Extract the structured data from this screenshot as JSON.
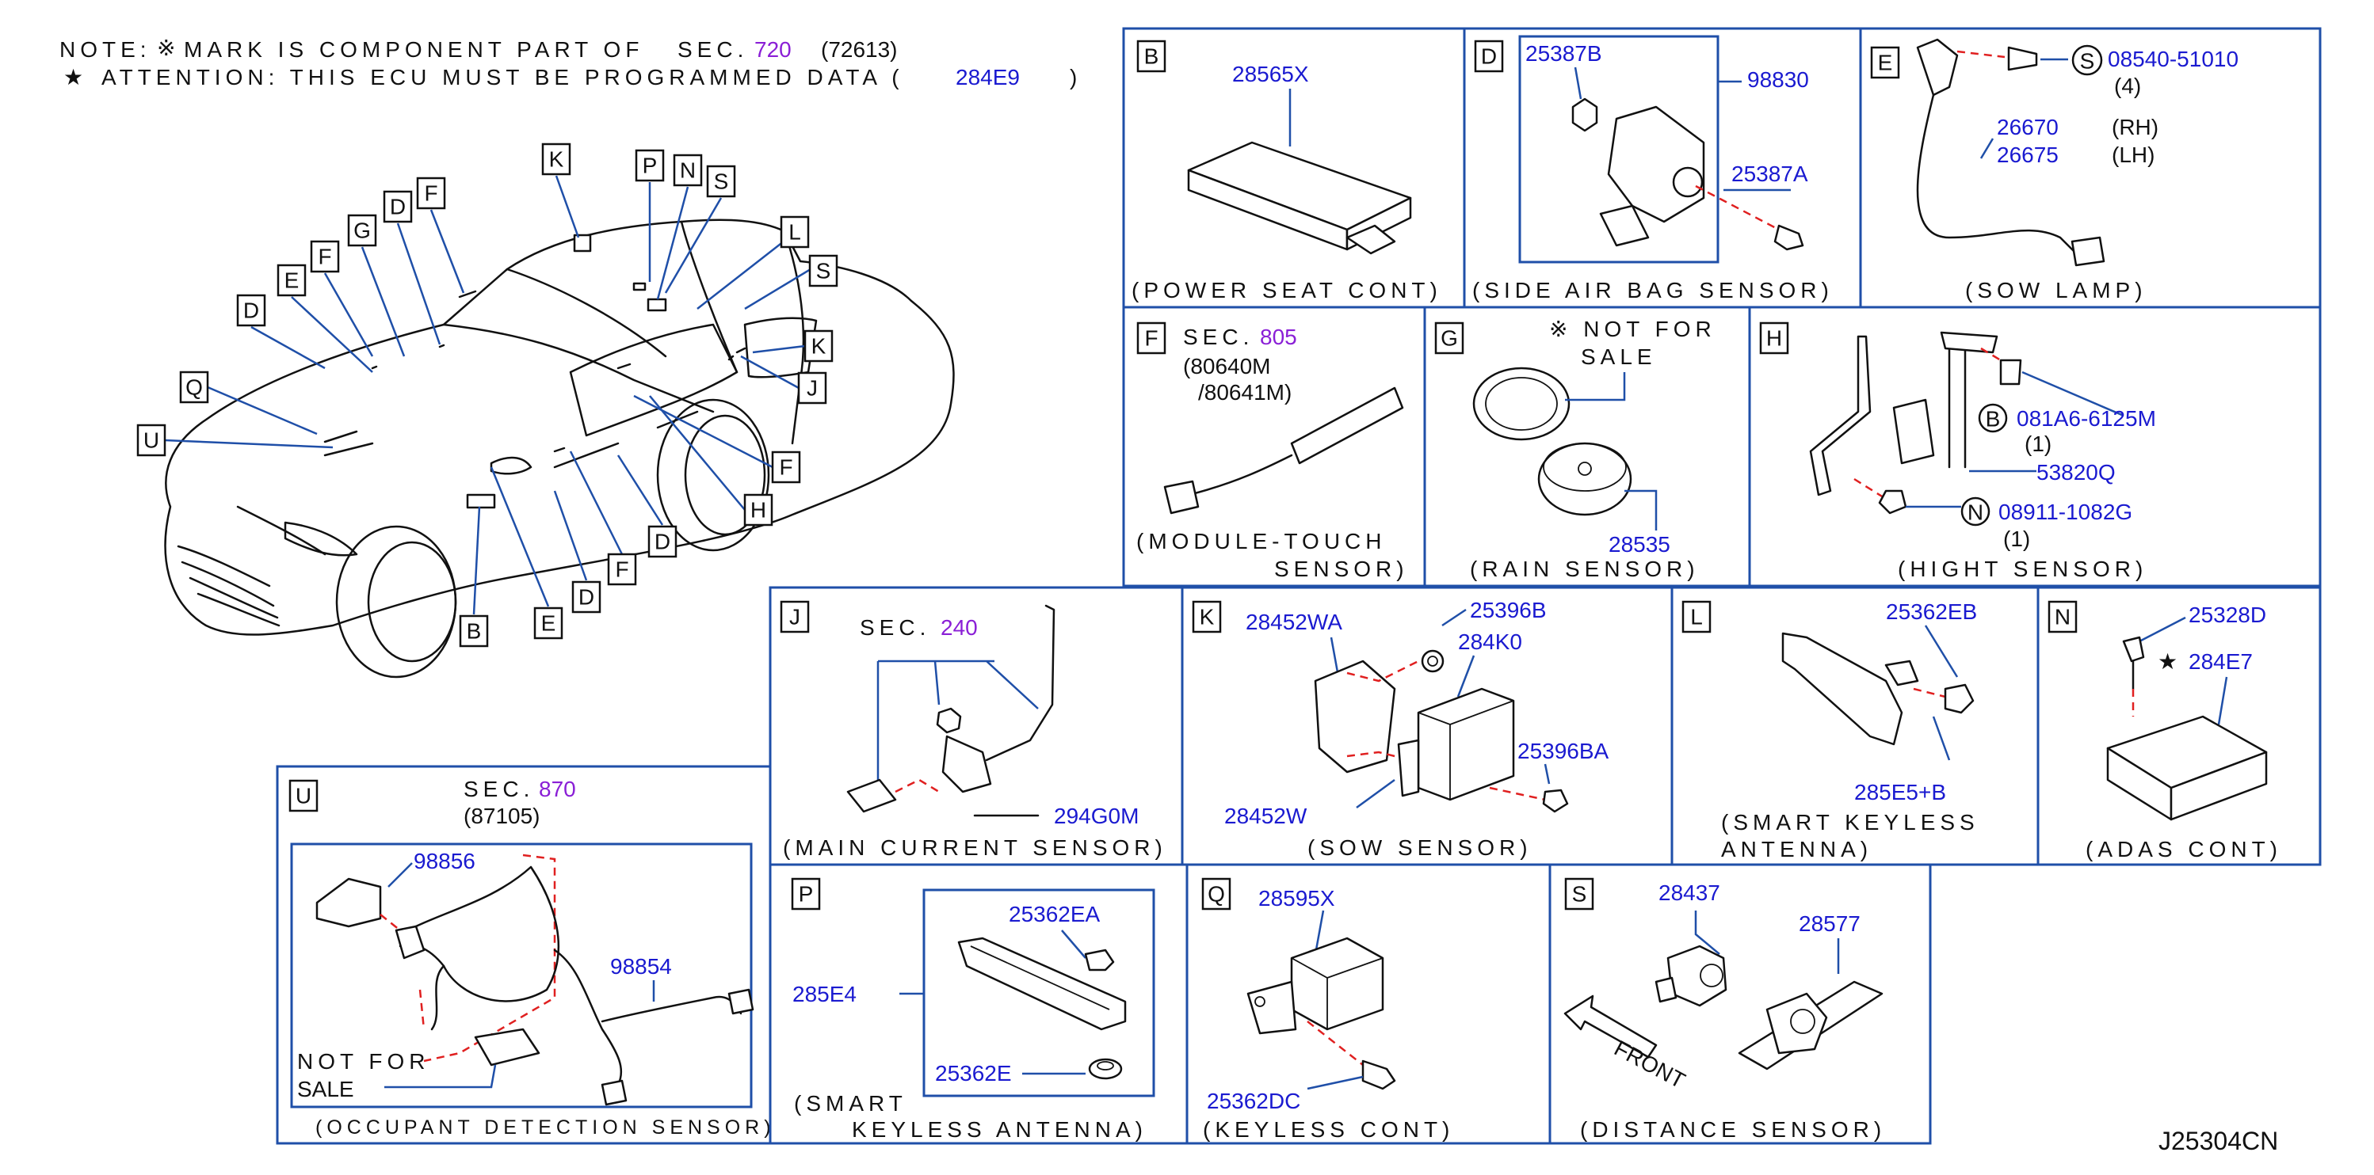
{
  "notes": {
    "note_label": "NOTE:",
    "note_mark": "※",
    "note_text": "MARK IS COMPONENT PART OF",
    "note_sec_label": "SEC.",
    "note_sec": "720",
    "note_paren": "(72613)",
    "attention_star": "★",
    "attention_text": "ATTENTION: THIS ECU MUST BE PROGRAMMED DATA (",
    "attention_pn": "284E9",
    "attention_close": ")"
  },
  "car_callouts": [
    "K",
    "P",
    "N",
    "S",
    "L",
    "S",
    "K",
    "J",
    "F",
    "H",
    "D",
    "F",
    "D",
    "E",
    "B",
    "F",
    "D",
    "G",
    "F",
    "E",
    "D",
    "Q",
    "U"
  ],
  "panels": {
    "B": {
      "letter": "B",
      "parts": [
        "28565X"
      ],
      "caption": "(POWER SEAT CONT)"
    },
    "D": {
      "letter": "D",
      "parts": [
        "25387B",
        "98830",
        "25387A"
      ],
      "caption": "(SIDE AIR BAG SENSOR)"
    },
    "E": {
      "letter": "E",
      "parts": [
        "08540-51010",
        "(4)",
        "26670",
        "(RH)",
        "26675",
        "(LH)"
      ],
      "circle": "S",
      "caption": "(SOW LAMP)"
    },
    "F": {
      "letter": "F",
      "sec_label": "SEC.",
      "sec": "805",
      "parts": [
        "(80640M",
        "/80641M)"
      ],
      "caption1": "(MODULE-TOUCH",
      "caption2": "SENSOR)"
    },
    "G": {
      "letter": "G",
      "note": "※ NOT FOR",
      "note2": "SALE",
      "parts": [
        "28535"
      ],
      "caption": "(RAIN SENSOR)"
    },
    "H": {
      "letter": "H",
      "parts": [
        "081A6-6125M",
        "(1)",
        "53820Q",
        "08911-1082G",
        "(1)"
      ],
      "circles": [
        "B",
        "N"
      ],
      "caption": "(HIGHT SENSOR)"
    },
    "J": {
      "letter": "J",
      "sec_label": "SEC.",
      "sec": "240",
      "parts": [
        "294G0M"
      ],
      "caption": "(MAIN CURRENT SENSOR)"
    },
    "K": {
      "letter": "K",
      "parts": [
        "28452WA",
        "25396B",
        "284K0",
        "25396BA",
        "28452W"
      ],
      "caption": "(SOW SENSOR)"
    },
    "L": {
      "letter": "L",
      "parts": [
        "25362EB",
        "285E5+B"
      ],
      "caption1": "(SMART KEYLESS",
      "caption2": "ANTENNA)"
    },
    "N": {
      "letter": "N",
      "parts": [
        "25328D",
        "284E7"
      ],
      "star": "★",
      "caption": "(ADAS CONT)"
    },
    "U": {
      "letter": "U",
      "sec_label": "SEC.",
      "sec": "870",
      "sec_paren": "(87105)",
      "parts": [
        "98856",
        "98854"
      ],
      "note1": "NOT FOR",
      "note2": "SALE",
      "caption": "(OCCUPANT DETECTION SENSOR)"
    },
    "P": {
      "letter": "P",
      "parts": [
        "25362EA",
        "285E4",
        "25362E"
      ],
      "caption1": "(SMART",
      "caption2": "KEYLESS ANTENNA)"
    },
    "Q": {
      "letter": "Q",
      "parts": [
        "28595X",
        "25362DC"
      ],
      "caption": "(KEYLESS CONT)"
    },
    "S": {
      "letter": "S",
      "parts": [
        "28437",
        "28577"
      ],
      "front": "FRONT",
      "caption": "(DISTANCE SENSOR)"
    }
  },
  "drawing_id": "J25304CN"
}
